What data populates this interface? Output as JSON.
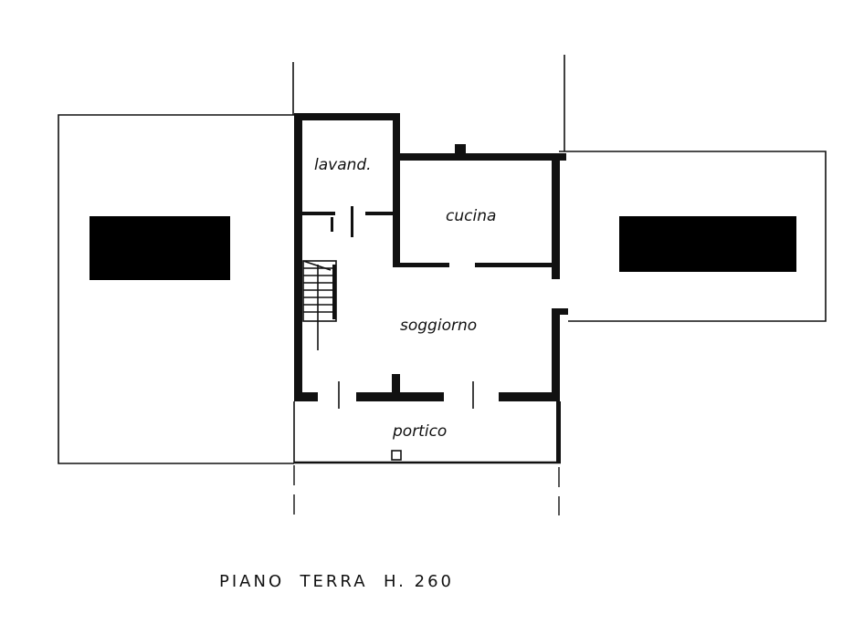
{
  "rooms": {
    "lavanderia": "lavand.",
    "cucina": "cucina",
    "soggiorno": "soggiorno",
    "portico": "portico"
  },
  "plan_title": "PIANO  TERRA  H. 260",
  "colors": {
    "ink": "#111111",
    "background": "#ffffff",
    "redaction": "#000000"
  }
}
